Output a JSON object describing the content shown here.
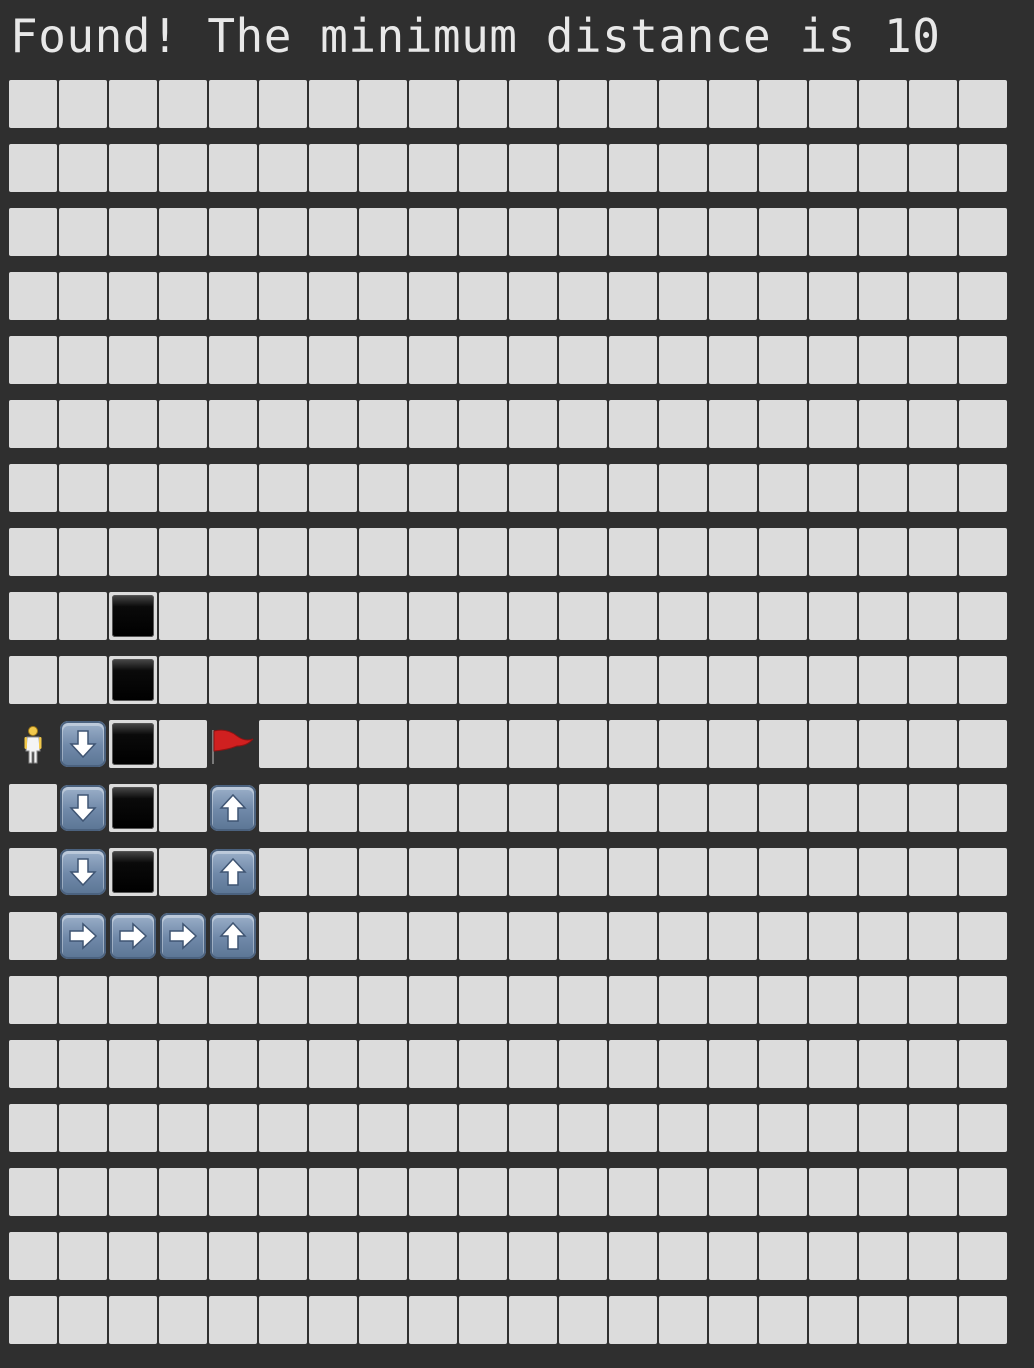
{
  "status_text": "Found! The minimum distance is 10",
  "grid": {
    "rows": 20,
    "cols": 20,
    "walls": [
      [
        8,
        2
      ],
      [
        9,
        2
      ],
      [
        10,
        2
      ],
      [
        11,
        2
      ],
      [
        12,
        2
      ]
    ],
    "start": [
      10,
      0
    ],
    "goal": [
      10,
      4
    ],
    "path": [
      {
        "r": 10,
        "c": 1,
        "dir": "down"
      },
      {
        "r": 11,
        "c": 1,
        "dir": "down"
      },
      {
        "r": 12,
        "c": 1,
        "dir": "down"
      },
      {
        "r": 13,
        "c": 1,
        "dir": "right"
      },
      {
        "r": 13,
        "c": 2,
        "dir": "right"
      },
      {
        "r": 13,
        "c": 3,
        "dir": "right"
      },
      {
        "r": 13,
        "c": 4,
        "dir": "up"
      },
      {
        "r": 12,
        "c": 4,
        "dir": "up"
      },
      {
        "r": 11,
        "c": 4,
        "dir": "up"
      }
    ]
  },
  "icons": {
    "start": "person-icon",
    "goal": "red-flag-icon",
    "wall": "black-square-icon"
  },
  "colors": {
    "background": "#2f2f2f",
    "cell": "#dcdcdc",
    "arrow": "#7890ae",
    "flag": "#d02020",
    "text": "#e8e8e8"
  }
}
